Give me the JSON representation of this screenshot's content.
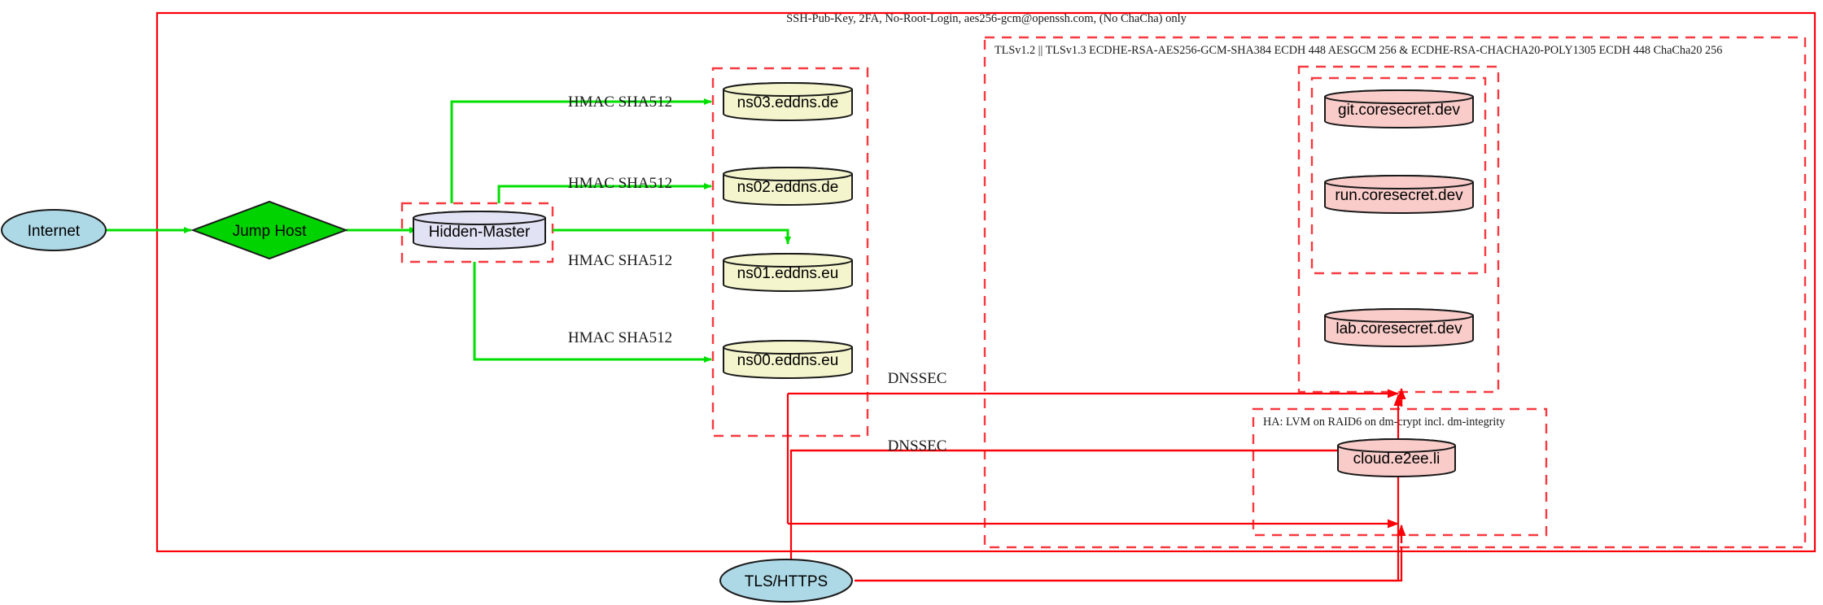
{
  "diagram": {
    "title_note": "network security topology",
    "colors": {
      "outer_frame": "#fb0007",
      "cluster_dashed": "#f8393f",
      "green_edge": "#00e000",
      "red_edge": "#fb0007",
      "internet_fill": "#add8e6",
      "jumphost_fill": "#00d300",
      "hiddenmaster_fill": "#e2e2f5",
      "nameserver_fill": "#f5f5cd",
      "service_fill": "#f9ccc9",
      "node_stroke": "#1a1a1a"
    }
  },
  "clusters": {
    "outer": {
      "label": "SSH-Pub-Key, 2FA, No-Root-Login, aes256-gcm@openssh.com, (No ChaCha) only"
    },
    "tls": {
      "label": "TLSv1.2 || TLSv1.3 ECDHE-RSA-AES256-GCM-SHA384 ECDH 448 AESGCM 256 & ECDHE-RSA-CHACHA20-POLY1305 ECDH 448 ChaCha20 256"
    },
    "ha": {
      "label": "HA: LVM on RAID6 on dm-crypt incl. dm-integrity"
    },
    "hidden_master": {
      "label": ""
    },
    "nameservers": {
      "label": ""
    },
    "coresecret": {
      "label": ""
    }
  },
  "nodes": {
    "internet": {
      "label": "Internet",
      "shape": "ellipse"
    },
    "jump_host": {
      "label": "Jump Host",
      "shape": "diamond"
    },
    "hidden_master": {
      "label": "Hidden-Master",
      "shape": "cylinder"
    },
    "ns03": {
      "label": "ns03.eddns.de",
      "shape": "cylinder"
    },
    "ns02": {
      "label": "ns02.eddns.de",
      "shape": "cylinder"
    },
    "ns01": {
      "label": "ns01.eddns.eu",
      "shape": "cylinder"
    },
    "ns00": {
      "label": "ns00.eddns.eu",
      "shape": "cylinder"
    },
    "git": {
      "label": "git.coresecret.dev",
      "shape": "cylinder"
    },
    "run": {
      "label": "run.coresecret.dev",
      "shape": "cylinder"
    },
    "lab": {
      "label": "lab.coresecret.dev",
      "shape": "cylinder"
    },
    "cloud": {
      "label": "cloud.e2ee.li",
      "shape": "cylinder"
    },
    "tls_https": {
      "label": "TLS/HTTPS",
      "shape": "ellipse"
    }
  },
  "edge_labels": {
    "hmac_ns03": "HMAC SHA512",
    "hmac_ns02": "HMAC SHA512",
    "hmac_ns01": "HMAC SHA512",
    "hmac_ns00": "HMAC SHA512",
    "dnssec_upper": "DNSSEC",
    "dnssec_lower": "DNSSEC"
  }
}
